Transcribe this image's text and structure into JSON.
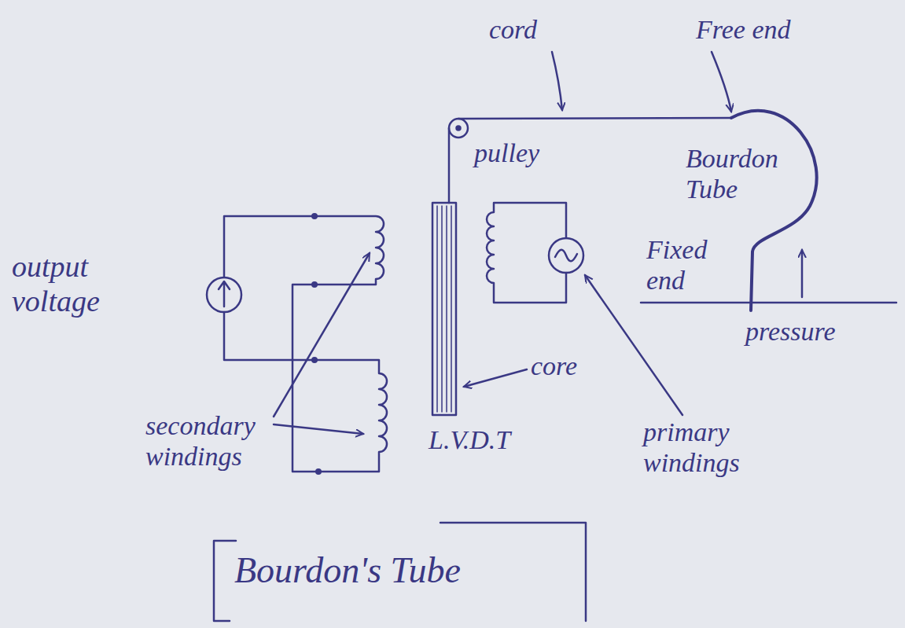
{
  "diagram": {
    "caption": "Bourdon's Tube",
    "labels": [
      "cord",
      "Free end",
      "pulley",
      "Bourdon Tube",
      "Fixed end",
      "pressure",
      "output voltage",
      "secondary windings",
      "core",
      "L.V.D.T",
      "primary windings"
    ]
  }
}
